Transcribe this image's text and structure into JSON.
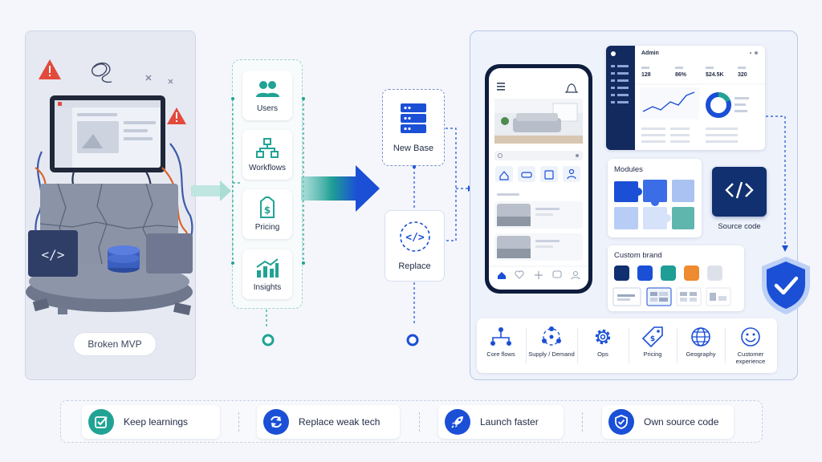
{
  "left": {
    "label": "Broken MVP"
  },
  "features": [
    {
      "label": "Users",
      "icon": "users-icon"
    },
    {
      "label": "Workflows",
      "icon": "workflow-icon"
    },
    {
      "label": "Pricing",
      "icon": "price-tag-icon"
    },
    {
      "label": "Insights",
      "icon": "chart-icon"
    }
  ],
  "new_base": {
    "label": "New Base",
    "icon": "server-icon"
  },
  "replace": {
    "label": "Replace",
    "icon": "code-icon"
  },
  "admin": {
    "title": "Admin",
    "stats": [
      "128",
      "86%",
      "$24.5K",
      "320"
    ]
  },
  "modules": {
    "title": "Modules"
  },
  "source_code": {
    "label": "Source code"
  },
  "custom_brand": {
    "title": "Custom brand",
    "colors": [
      "#10306f",
      "#1a4fd6",
      "#1f9e95",
      "#ee8a2f",
      "#dde2ea"
    ]
  },
  "capabilities": [
    {
      "label": "Core flows",
      "icon": "core-flows-icon"
    },
    {
      "label": "Supply / Demand",
      "icon": "supply-demand-icon"
    },
    {
      "label": "Ops",
      "icon": "gear-icon"
    },
    {
      "label": "Pricing",
      "icon": "price-tag-icon"
    },
    {
      "label": "Geography",
      "icon": "globe-icon"
    },
    {
      "label": "Customer experience",
      "icon": "smiley-icon"
    }
  ],
  "benefits": [
    {
      "label": "Keep learnings",
      "icon": "checkbox-icon",
      "color": "#21a394"
    },
    {
      "label": "Replace weak tech",
      "icon": "refresh-icon",
      "color": "#1a4fd6"
    },
    {
      "label": "Launch faster",
      "icon": "rocket-icon",
      "color": "#1a4fd6"
    },
    {
      "label": "Own source code",
      "icon": "shield-check-icon",
      "color": "#1a4fd6"
    }
  ],
  "colors": {
    "accent": "#1a4fd6",
    "teal": "#21a394",
    "navy": "#10306f"
  }
}
